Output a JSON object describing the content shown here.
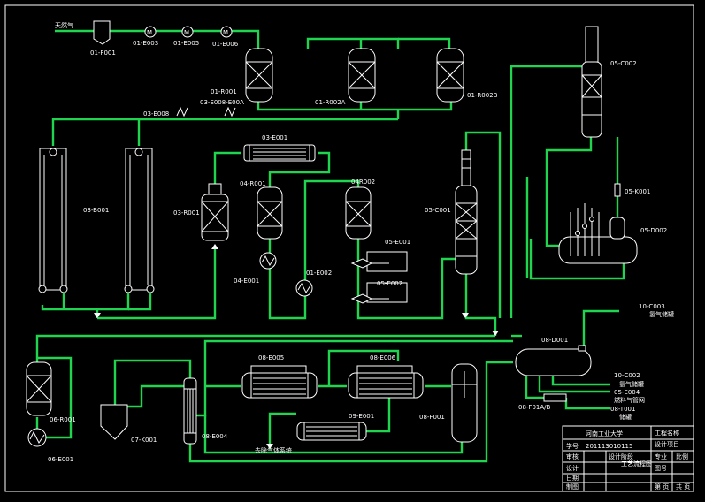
{
  "feed": {
    "label": "天然气"
  },
  "product_label": "去除气体系统",
  "tags": {
    "f001": "01-F001",
    "e003": "01-E003",
    "e005": "01-E005",
    "e006": "01-E006",
    "r001_01": "01-R001",
    "r002a": "01-R002A",
    "r002b": "01-R002B",
    "e008": "03-E008",
    "e008b": "03-E008-E00A",
    "b001": "03-B001",
    "e001_03": "03-E001",
    "r001_03": "03-R001",
    "r001_04": "04-R001",
    "r002_04": "04R002",
    "e001_04": "04-E001",
    "e002_01": "01-E002",
    "e001_05": "05-E001",
    "e002_05": "05-E002",
    "c001_05": "05-C001",
    "c002_05": "05-C002",
    "k001_05": "05-K001",
    "d002_05": "05-D002",
    "c003_10": "10-C003",
    "c003_10_sub": "氢气储罐",
    "d001_08": "08-D001",
    "c002_10": "10-C002",
    "c002_10_sub": "氢气储罐",
    "e004_05": "05-E004",
    "e004_05_sub": "燃料气管网",
    "f001a_08": "08-F01A/B",
    "t001_08": "08-T001",
    "t001_08_sub": "储罐",
    "r001_06": "06-R001",
    "e001_06": "06-E001",
    "k001_07": "07-K001",
    "e004_08": "08-E004",
    "e005_08": "08-E005",
    "e006_08": "08-E006",
    "e001_09": "09-E001",
    "f001_08": "08-F001"
  },
  "title_block": {
    "school": "河南工业大学",
    "id": "201113010115",
    "id_prefix": "学号",
    "drawing_label": "工艺流程图",
    "cell_a": "工程名称",
    "cell_b": "设计项目",
    "cell_c": "设计阶段",
    "cell_d": "专业",
    "cell_e": "图号",
    "cell_f": "第 页",
    "cell_g": "共 页",
    "cell_h": "比例",
    "cell_i": "审核",
    "cell_j": "设计",
    "cell_k": "日期",
    "cell_l": "制图"
  }
}
